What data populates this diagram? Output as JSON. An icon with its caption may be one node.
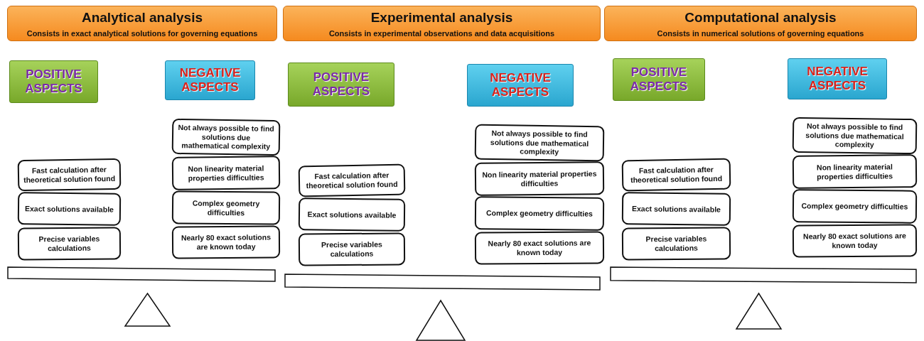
{
  "diagram": {
    "nodes": [
      {
        "text": [
          "Analytical analysis",
          "Consists in exact analytical solutions for governing equations"
        ]
      },
      {
        "text": [
          "POSITIVE ASPECTS"
        ]
      },
      {
        "text": [
          "NEGATIVE ASPECTS"
        ]
      },
      {
        "text": [
          "Fast calculation after theoretical solution found"
        ]
      },
      {
        "text": [
          "Exact solutions available"
        ]
      },
      {
        "text": [
          "Precise variables calculations"
        ]
      },
      {
        "text": [
          "Not always possible to find solutions due mathematical complexity"
        ]
      },
      {
        "text": [
          "Non linearity material properties difficulties"
        ]
      },
      {
        "text": [
          "Complex geometry difficulties"
        ]
      },
      {
        "text": [
          "Nearly 80 exact solutions are known today"
        ]
      },
      {
        "text": [],
        "shape": "bar"
      },
      {
        "text": [],
        "shape": "triangle"
      },
      {
        "text": [
          "Experimental analysis",
          "Consists in experimental observations and data acquisitions"
        ]
      },
      {
        "text": [
          "POSITIVE ASPECTS"
        ]
      },
      {
        "text": [
          "NEGATIVE ASPECTS"
        ]
      },
      {
        "text": [
          "Fast calculation after theoretical solution found"
        ]
      },
      {
        "text": [
          "Exact solutions available"
        ]
      },
      {
        "text": [
          "Precise variables calculations"
        ]
      },
      {
        "text": [
          "Not always possible to find solutions due mathematical complexity"
        ]
      },
      {
        "text": [
          "Non linearity material properties difficulties"
        ]
      },
      {
        "text": [
          "Complex geometry difficulties"
        ]
      },
      {
        "text": [
          "Nearly 80 exact solutions are known today"
        ]
      },
      {
        "text": [],
        "shape": "bar"
      },
      {
        "text": [],
        "shape": "triangle"
      },
      {
        "text": [
          "Computational analysis",
          "Consists in numerical solutions of governing equations"
        ]
      },
      {
        "text": [
          "POSITIVE ASPECTS"
        ]
      },
      {
        "text": [
          "NEGATIVE ASPECTS"
        ]
      },
      {
        "text": [
          "Fast calculation after theoretical solution found"
        ]
      },
      {
        "text": [
          "Exact solutions available"
        ]
      },
      {
        "text": [
          "Precise variables calculations"
        ]
      },
      {
        "text": [
          "Not always possible to find solutions due mathematical complexity"
        ]
      },
      {
        "text": [
          "Non linearity material properties difficulties"
        ]
      },
      {
        "text": [
          "Complex geometry difficulties"
        ]
      },
      {
        "text": [
          "Nearly 80 exact solutions are known today"
        ]
      },
      {
        "text": [],
        "shape": "bar"
      },
      {
        "text": [],
        "shape": "triangle"
      }
    ]
  }
}
